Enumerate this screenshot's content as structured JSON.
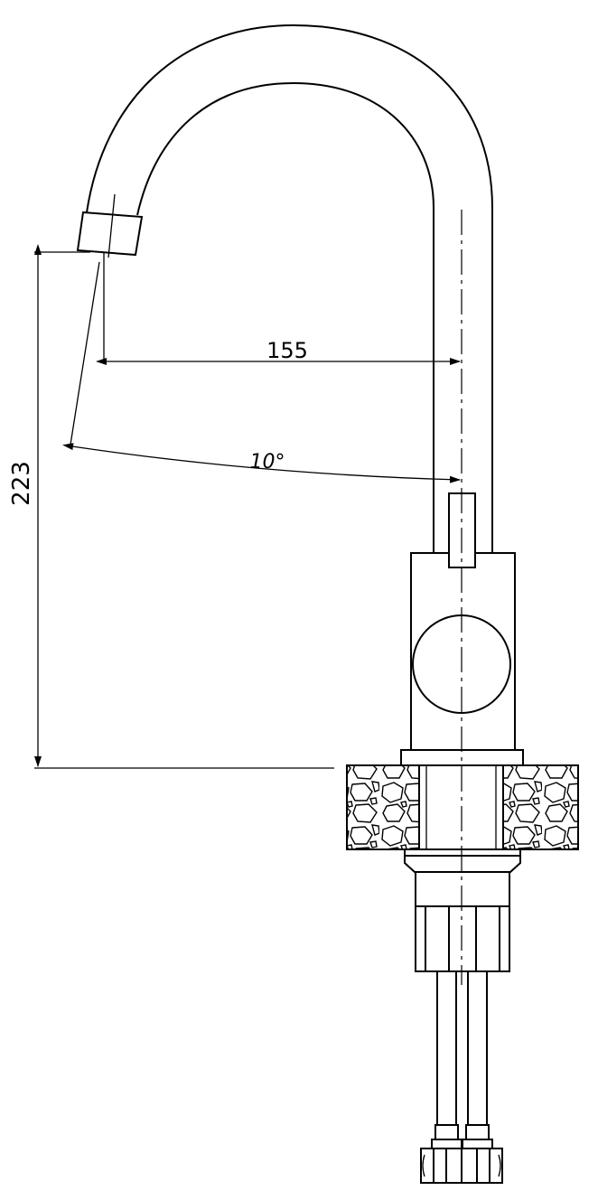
{
  "dimensions": {
    "height_label": "223",
    "reach_label": "155",
    "angle_label": "10°"
  }
}
